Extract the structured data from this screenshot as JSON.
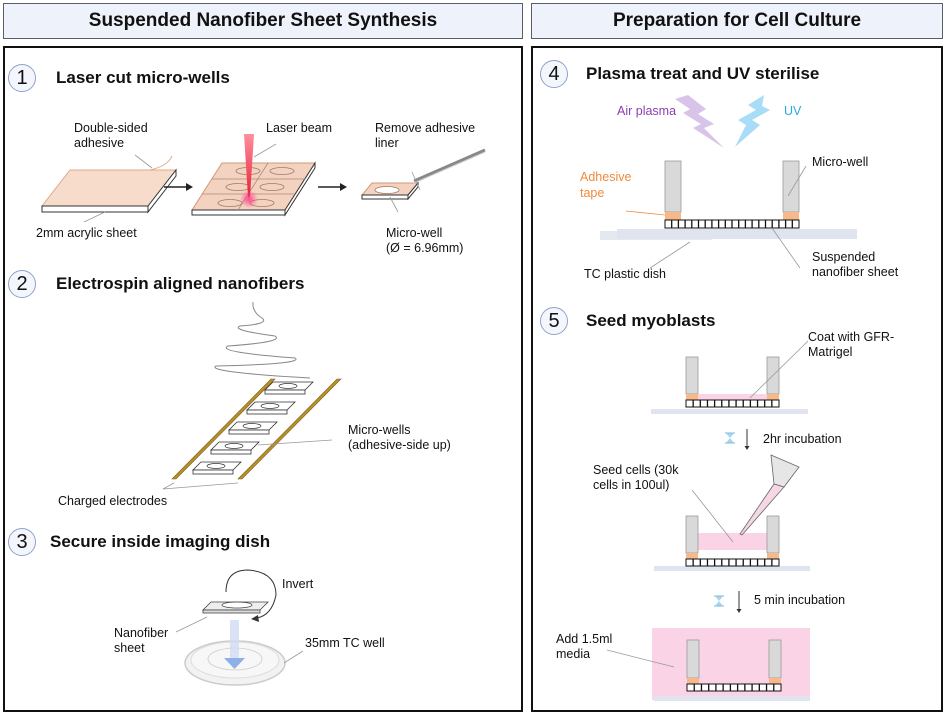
{
  "headers": {
    "left": "Suspended Nanofiber Sheet Synthesis",
    "right": "Preparation for Cell Culture"
  },
  "steps": [
    {
      "number": "1",
      "title": "Laser cut micro-wells",
      "labels": {
        "double_sided_1": "Double-sided",
        "double_sided_2": "adhesive",
        "acrylic": "2mm acrylic sheet",
        "laser": "Laser beam",
        "remove_1": "Remove adhesive",
        "remove_2": "liner",
        "microwell_1": "Micro-well",
        "microwell_2": "(Ø = 6.96mm)"
      }
    },
    {
      "number": "2",
      "title": "Electrospin aligned nanofibers",
      "labels": {
        "microwells_1": "Micro-wells",
        "microwells_2": "(adhesive-side up)",
        "electrodes": "Charged electrodes"
      }
    },
    {
      "number": "3",
      "title": "Secure inside imaging dish",
      "labels": {
        "invert": "Invert",
        "nanofiber_1": "Nanofiber",
        "nanofiber_2": "sheet",
        "tc_well": "35mm TC well"
      }
    },
    {
      "number": "4",
      "title": "Plasma treat and UV sterilise",
      "labels": {
        "air_plasma": "Air plasma",
        "uv": "UV",
        "adhesive_1": "Adhesive",
        "adhesive_2": "tape",
        "microwell": "Micro-well",
        "tc_dish": "TC plastic dish",
        "suspended_1": "Suspended",
        "suspended_2": "nanofiber sheet"
      }
    },
    {
      "number": "5",
      "title": "Seed myoblasts",
      "labels": {
        "coat_1": "Coat with GFR-",
        "coat_2": "Matrigel",
        "incubation_1": "2hr incubation",
        "seed_1": "Seed cells (30k",
        "seed_2": "cells in 100ul)",
        "incubation_2": "5 min incubation",
        "media_1": "Add 1.5ml",
        "media_2": "media"
      }
    }
  ],
  "colors": {
    "header_bg": "#eef2fb",
    "adhesive": "#f4a86e",
    "adhesive_sheet": "#f7dccb",
    "laser": "#e8203a",
    "air_plasma": "#8a3fb3",
    "uv": "#2fa8e0",
    "media": "#fbd3e6",
    "electrode": "#b8902a",
    "arrow_blue": "#8fb0e6"
  }
}
